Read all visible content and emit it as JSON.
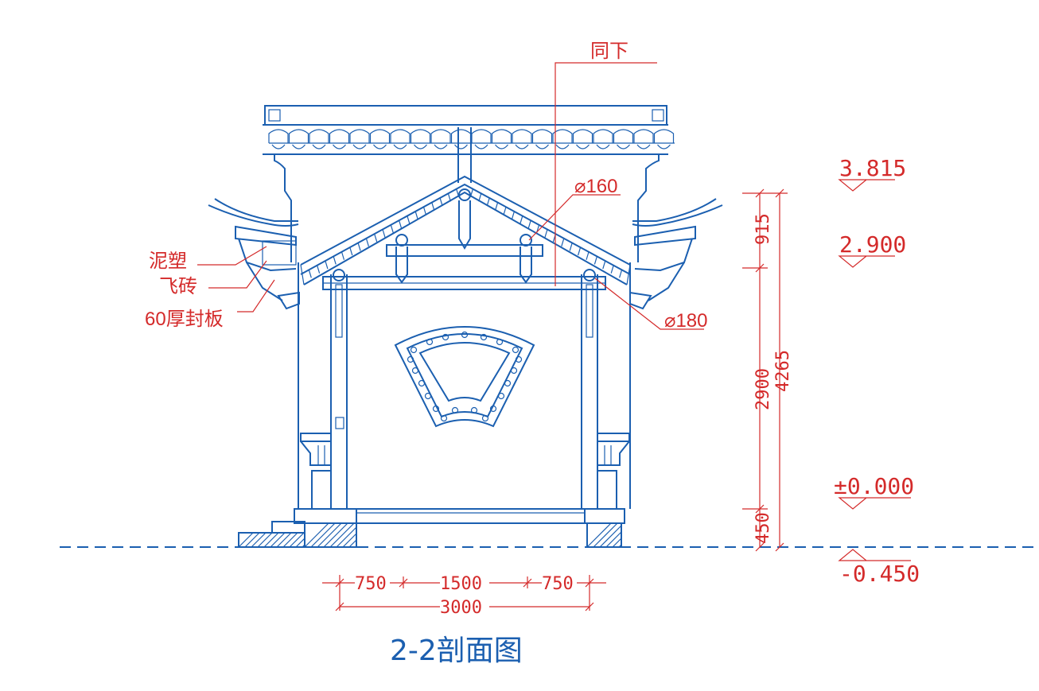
{
  "title": "2-2剖面图",
  "callouts": {
    "same_below": "同下",
    "mud_sculpture": "泥塑",
    "flying_brick": "飞砖",
    "sealing_board": "60厚封板",
    "dia_160": "⌀160",
    "dia_180": "⌀180"
  },
  "elevations": {
    "top": "3.815",
    "eave": "2.900",
    "floor": "±0.000",
    "ground": "-0.450"
  },
  "dimensions": {
    "vertical": [
      "915",
      "2900",
      "450",
      "4265"
    ],
    "horizontal": [
      "750",
      "1500",
      "750",
      "3000"
    ]
  },
  "colors": {
    "linework": "#1b5fb0",
    "annotation": "#d42a2a"
  }
}
